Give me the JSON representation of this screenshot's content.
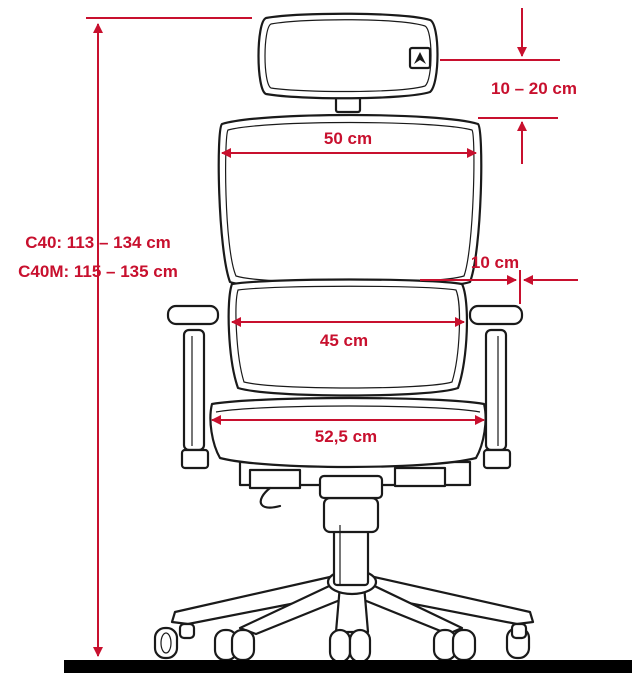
{
  "labels": {
    "total_height_c40": "C40: 113 – 134 cm",
    "total_height_c40m": "C40M: 115 – 135 cm",
    "headrest_adjust": "10 – 20 cm",
    "backrest_width": "50 cm",
    "lumbar_offset": "10 cm",
    "lumbar_width": "45 cm",
    "seat_width": "52,5 cm"
  },
  "colors": {
    "dimension": "#c8102e",
    "outline": "#1a1a1a",
    "floor": "#000000"
  },
  "icons": {
    "headrest_logo": "brand-logo-icon"
  }
}
